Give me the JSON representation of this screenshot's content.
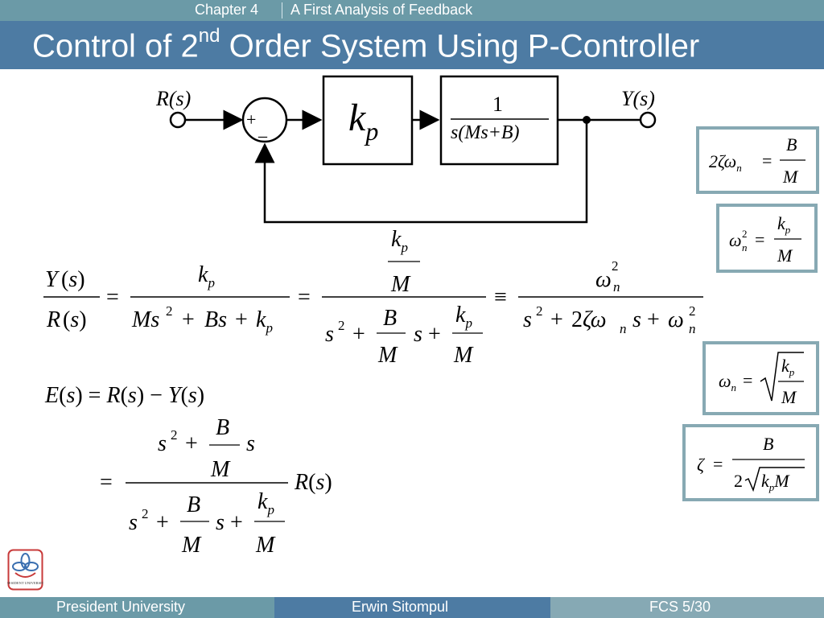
{
  "header": {
    "chapter": "Chapter 4",
    "chapter_title": "A First Analysis of Feedback",
    "title_pre": "Control of 2",
    "title_sup": "nd",
    "title_post": " Order System Using P-Controller"
  },
  "diagram": {
    "input_label": "R(s)",
    "output_label": "Y(s)",
    "plus": "+",
    "minus": "_",
    "controller": "k_p",
    "plant_num": "1",
    "plant_den": "s(Ms+B)"
  },
  "side_formulas": [
    "2ζω_n = B/M",
    "ω_n² = k_p/M",
    "ω_n = √(k_p/M)",
    "ζ = B/(2√(k_p M))"
  ],
  "equations": {
    "transfer": "Y(s)/R(s) = k_p/(Ms² + Bs + k_p) = (k_p/M)/(s² + (B/M)s + k_p/M) ≡ ω_n²/(s² + 2ζω_n s + ω_n²)",
    "error": "E(s) = R(s) − Y(s)",
    "error_expanded": "= (s² + (B/M)s)/(s² + (B/M)s + k_p/M) R(s)"
  },
  "footer": {
    "left": "President University",
    "center": "Erwin Sitompul",
    "right": "FCS 5/30"
  },
  "logo": {
    "text": "PRESIDENT UNIVERSITY"
  },
  "colors": {
    "topbar": "#6b9aa7",
    "titlebar": "#4d7ba3",
    "box_border": "#87a9b3",
    "footer_left": "#6b9aa7",
    "footer_center": "#4d7ba3",
    "footer_right": "#86a9b4"
  }
}
